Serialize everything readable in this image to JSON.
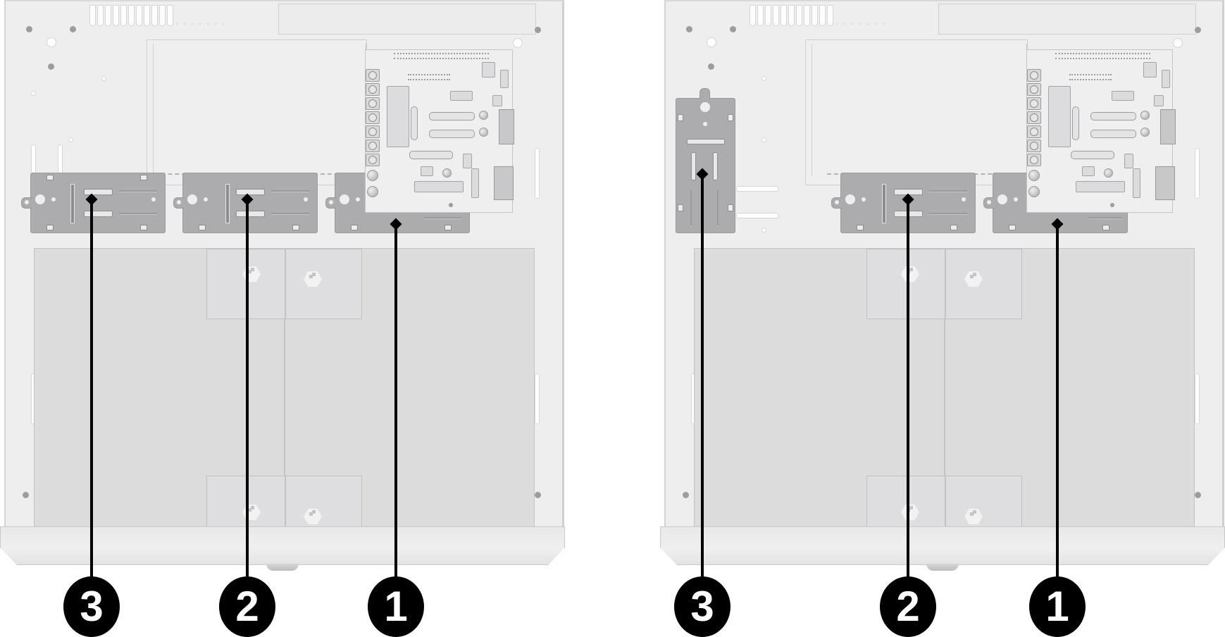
{
  "figure": {
    "description": "Enclosure interior mounting diagram, two views side by side",
    "colors": {
      "enclosure_back": "#eeeeef",
      "bracket": "#acacae",
      "tray": "#dcdcdd",
      "callout": "#000000",
      "callout_text": "#ffffff"
    }
  },
  "views": [
    {
      "name": "left-view",
      "callouts": [
        {
          "label": "3",
          "target": "bracket-left-horizontal"
        },
        {
          "label": "2",
          "target": "bracket-middle-horizontal"
        },
        {
          "label": "1",
          "target": "bracket-right-under-pcb"
        }
      ]
    },
    {
      "name": "right-view",
      "callouts": [
        {
          "label": "3",
          "target": "bracket-left-vertical"
        },
        {
          "label": "2",
          "target": "bracket-middle-horizontal"
        },
        {
          "label": "1",
          "target": "bracket-right-under-pcb"
        }
      ]
    }
  ]
}
